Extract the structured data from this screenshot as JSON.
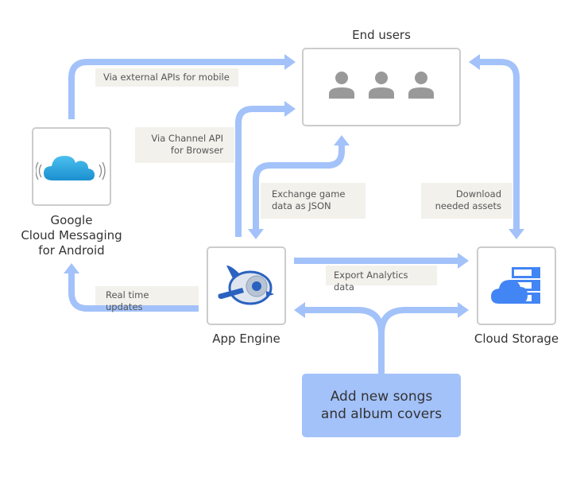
{
  "colors": {
    "arrow": "#a3c2fa",
    "arrow_dark": "#8aaee8",
    "box_border": "#cccccc",
    "label_bg": "#f2f1ec",
    "user_icon": "#999999",
    "storage_blue": "#4285f4",
    "gcm_cloud": "#2aa6de"
  },
  "nodes": {
    "end_users": {
      "title": "End users",
      "icon": "users-icon"
    },
    "gcm": {
      "title_lines": [
        "Google",
        "Cloud Messaging",
        "for Android"
      ],
      "icon": "cloud-messaging-icon"
    },
    "app_engine": {
      "title": "App Engine",
      "icon": "app-engine-icon"
    },
    "cloud_storage": {
      "title": "Cloud Storage",
      "icon": "cloud-storage-icon"
    }
  },
  "labels": {
    "external_apis": "Via external APIs for mobile",
    "channel_api": [
      "Via Channel API",
      "for Browser"
    ],
    "exchange_json": [
      "Exchange game",
      "data as JSON"
    ],
    "download_assets": [
      "Download",
      "needed assets"
    ],
    "export_analytics": "Export Analytics data",
    "realtime_updates": "Real time updates"
  },
  "action": {
    "lines": [
      "Add new songs",
      "and album covers"
    ]
  }
}
